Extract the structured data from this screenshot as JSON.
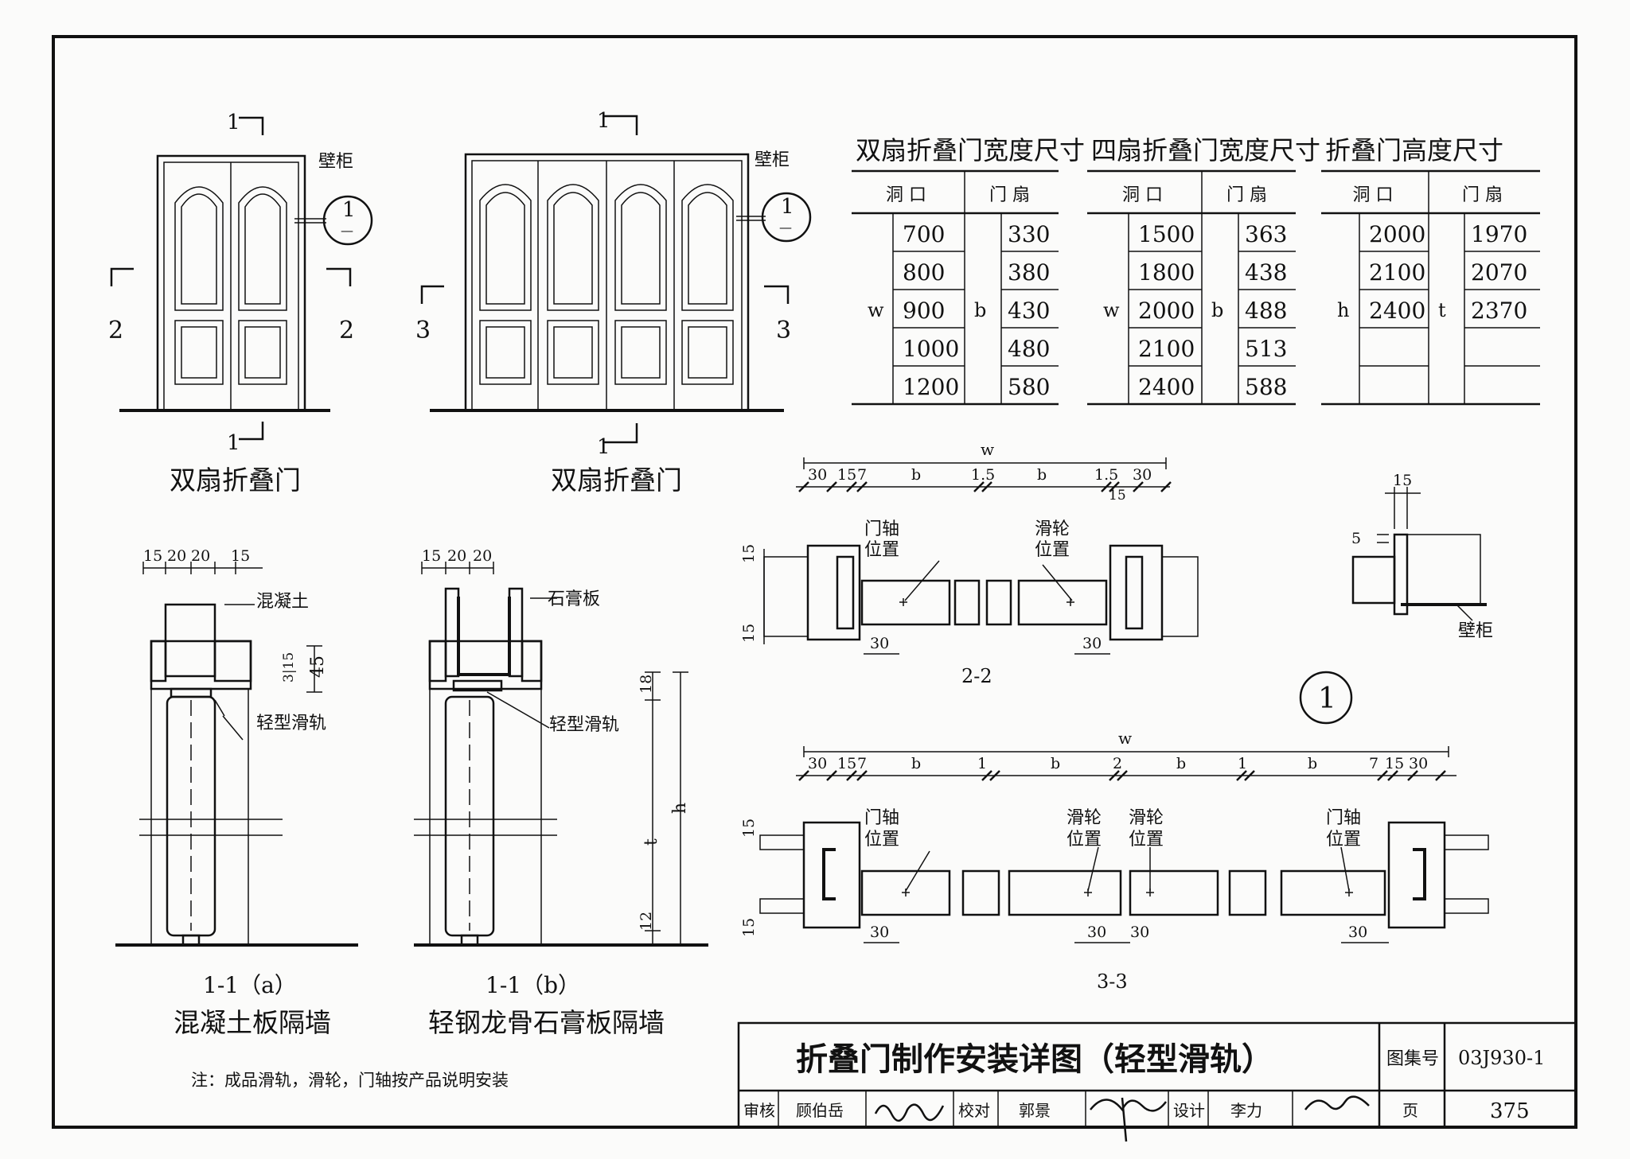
{
  "elevations": {
    "left_caption": "双扇折叠门",
    "right_caption": "双扇折叠门",
    "cabinet_label": "壁柜",
    "cut_1": "1",
    "cut_2": "2",
    "cut_3": "3",
    "detail_num": "1",
    "detail_sub": "—"
  },
  "tables": [
    {
      "title": "双扇折叠门宽度尺寸",
      "col_opening": "洞 口",
      "col_leaf": "门 扇",
      "row_symbol": "w",
      "leaf_symbol": "b",
      "openings": [
        "700",
        "800",
        "900",
        "1000",
        "1200"
      ],
      "leaves": [
        "330",
        "380",
        "430",
        "480",
        "580"
      ]
    },
    {
      "title": "四扇折叠门宽度尺寸",
      "col_opening": "洞 口",
      "col_leaf": "门 扇",
      "row_symbol": "w",
      "leaf_symbol": "b",
      "openings": [
        "1500",
        "1800",
        "2000",
        "2100",
        "2400"
      ],
      "leaves": [
        "363",
        "438",
        "488",
        "513",
        "588"
      ]
    },
    {
      "title": "折叠门高度尺寸",
      "col_opening": "洞 口",
      "col_leaf": "门 扇",
      "row_symbol": "h",
      "leaf_symbol": "t",
      "openings": [
        "2000",
        "2100",
        "2400",
        "",
        ""
      ],
      "leaves": [
        "1970",
        "2070",
        "2370",
        "",
        ""
      ]
    }
  ],
  "section_a": {
    "dims": [
      "15",
      "20",
      "20",
      "15"
    ],
    "material": "混凝土",
    "rail": "轻型滑轨",
    "dim_45": "45",
    "dim_small": "3|15",
    "caption1": "1-1（a）",
    "caption2": "混凝土板隔墙"
  },
  "section_b": {
    "dims": [
      "15",
      "20",
      "20"
    ],
    "material": "石膏板",
    "rail": "轻型滑轨",
    "caption1": "1-1（b）",
    "caption2": "轻钢龙骨石膏板隔墙"
  },
  "height_dims": {
    "top": "18",
    "h": "h",
    "t": "t",
    "bottom": "12"
  },
  "plan_2_2": {
    "w": "w",
    "dims": [
      "30",
      "15",
      "7",
      "b",
      "1.5",
      "b",
      "1.5",
      "30"
    ],
    "dim_15_under": "15",
    "pivot": [
      "门轴",
      "位置"
    ],
    "pulley": [
      "滑轮",
      "位置"
    ],
    "side_15": "15",
    "bottom_30": "30",
    "caption": "2-2"
  },
  "plan_3_3": {
    "w": "w",
    "dims": [
      "30",
      "15",
      "7",
      "b",
      "1",
      "b",
      "2",
      "b",
      "1",
      "b",
      "7",
      "15",
      "30"
    ],
    "pivot": [
      "门轴",
      "位置"
    ],
    "pulley": [
      "滑轮",
      "位置"
    ],
    "side_15": "15",
    "bottom_30": "30",
    "caption": "3-3"
  },
  "detail": {
    "dim_15": "15",
    "dim_5": "5",
    "label": "壁柜",
    "circle_num": "1"
  },
  "note": "注：成品滑轨，滑轮，门轴按产品说明安装",
  "title_block": {
    "title": "折叠门制作安装详图（轻型滑轨）",
    "atlas_label": "图集号",
    "atlas_no": "03J930-1",
    "review_label": "审核",
    "reviewer": "顾伯岳",
    "check_label": "校对",
    "checker": "郭景",
    "design_label": "设计",
    "designer": "李力",
    "page_label": "页",
    "page_no": "375"
  }
}
